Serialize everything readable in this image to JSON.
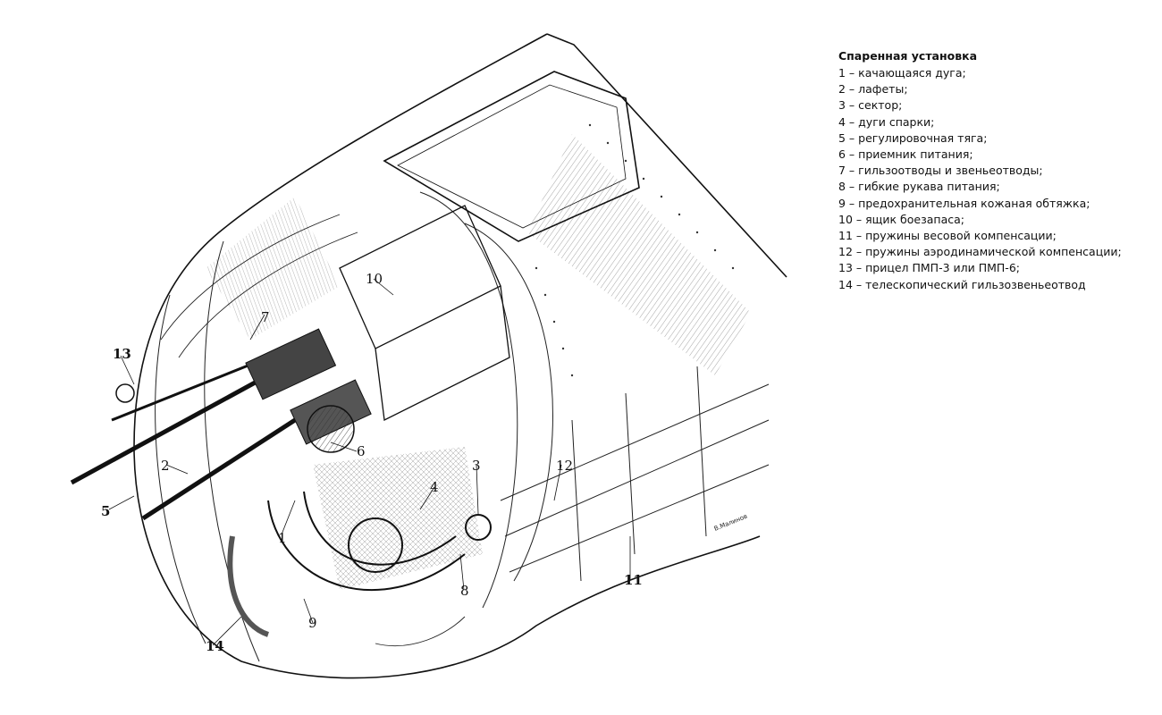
{
  "legend": {
    "title": "Спаренная установка",
    "items": [
      "1 – качающаяся дуга;",
      "2 – лафеты;",
      "3 – сектор;",
      "4 – дуги спарки;",
      "5 – регулировочная тяга;",
      "6 – приемник питания;",
      "7 – гильзоотводы и звеньеотводы;",
      "8 – гибкие рукава питания;",
      "9 – предохранительная кожаная обтяжка;",
      "10 – ящик боезапаса;",
      "11 – пружины весовой компенсации;",
      "12 – пружины аэродинамической компенсации;",
      "13 – прицел ПМП-3 или ПМП-6;",
      "14 – телескопический гильзозвеньеотвод"
    ]
  },
  "callouts": [
    "1",
    "2",
    "3",
    "4",
    "5",
    "6",
    "7",
    "8",
    "9",
    "10",
    "11",
    "12",
    "13",
    "14"
  ],
  "signature": "В.Малинов"
}
